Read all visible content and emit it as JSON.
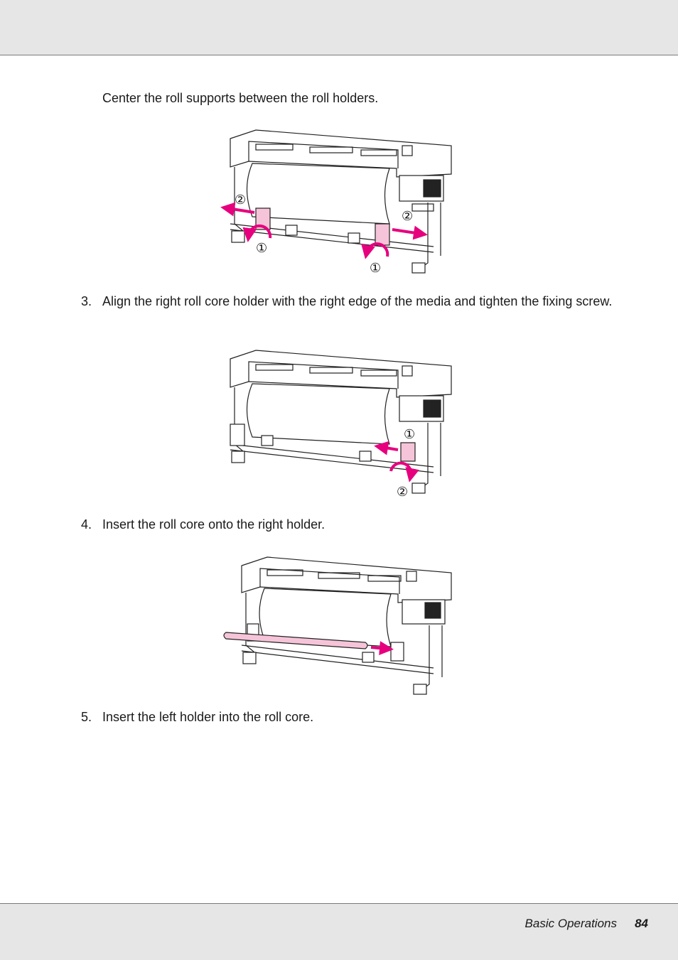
{
  "intro_text": "Center the roll supports between the roll holders.",
  "steps": [
    {
      "number": "3.",
      "text": "Align the right roll core holder with the right edge of the media and tighten the fixing screw."
    },
    {
      "number": "4.",
      "text": "Insert the roll core onto the right holder."
    },
    {
      "number": "5.",
      "text": "Insert the left holder into the roll core."
    }
  ],
  "figure1": {
    "labels": [
      "②",
      "②",
      "①",
      "①"
    ]
  },
  "figure2": {
    "labels": [
      "①",
      "②"
    ]
  },
  "footer": {
    "section": "Basic Operations",
    "page": "84"
  },
  "colors": {
    "accent": "#e6007e",
    "highlight": "#f6c4d8"
  }
}
